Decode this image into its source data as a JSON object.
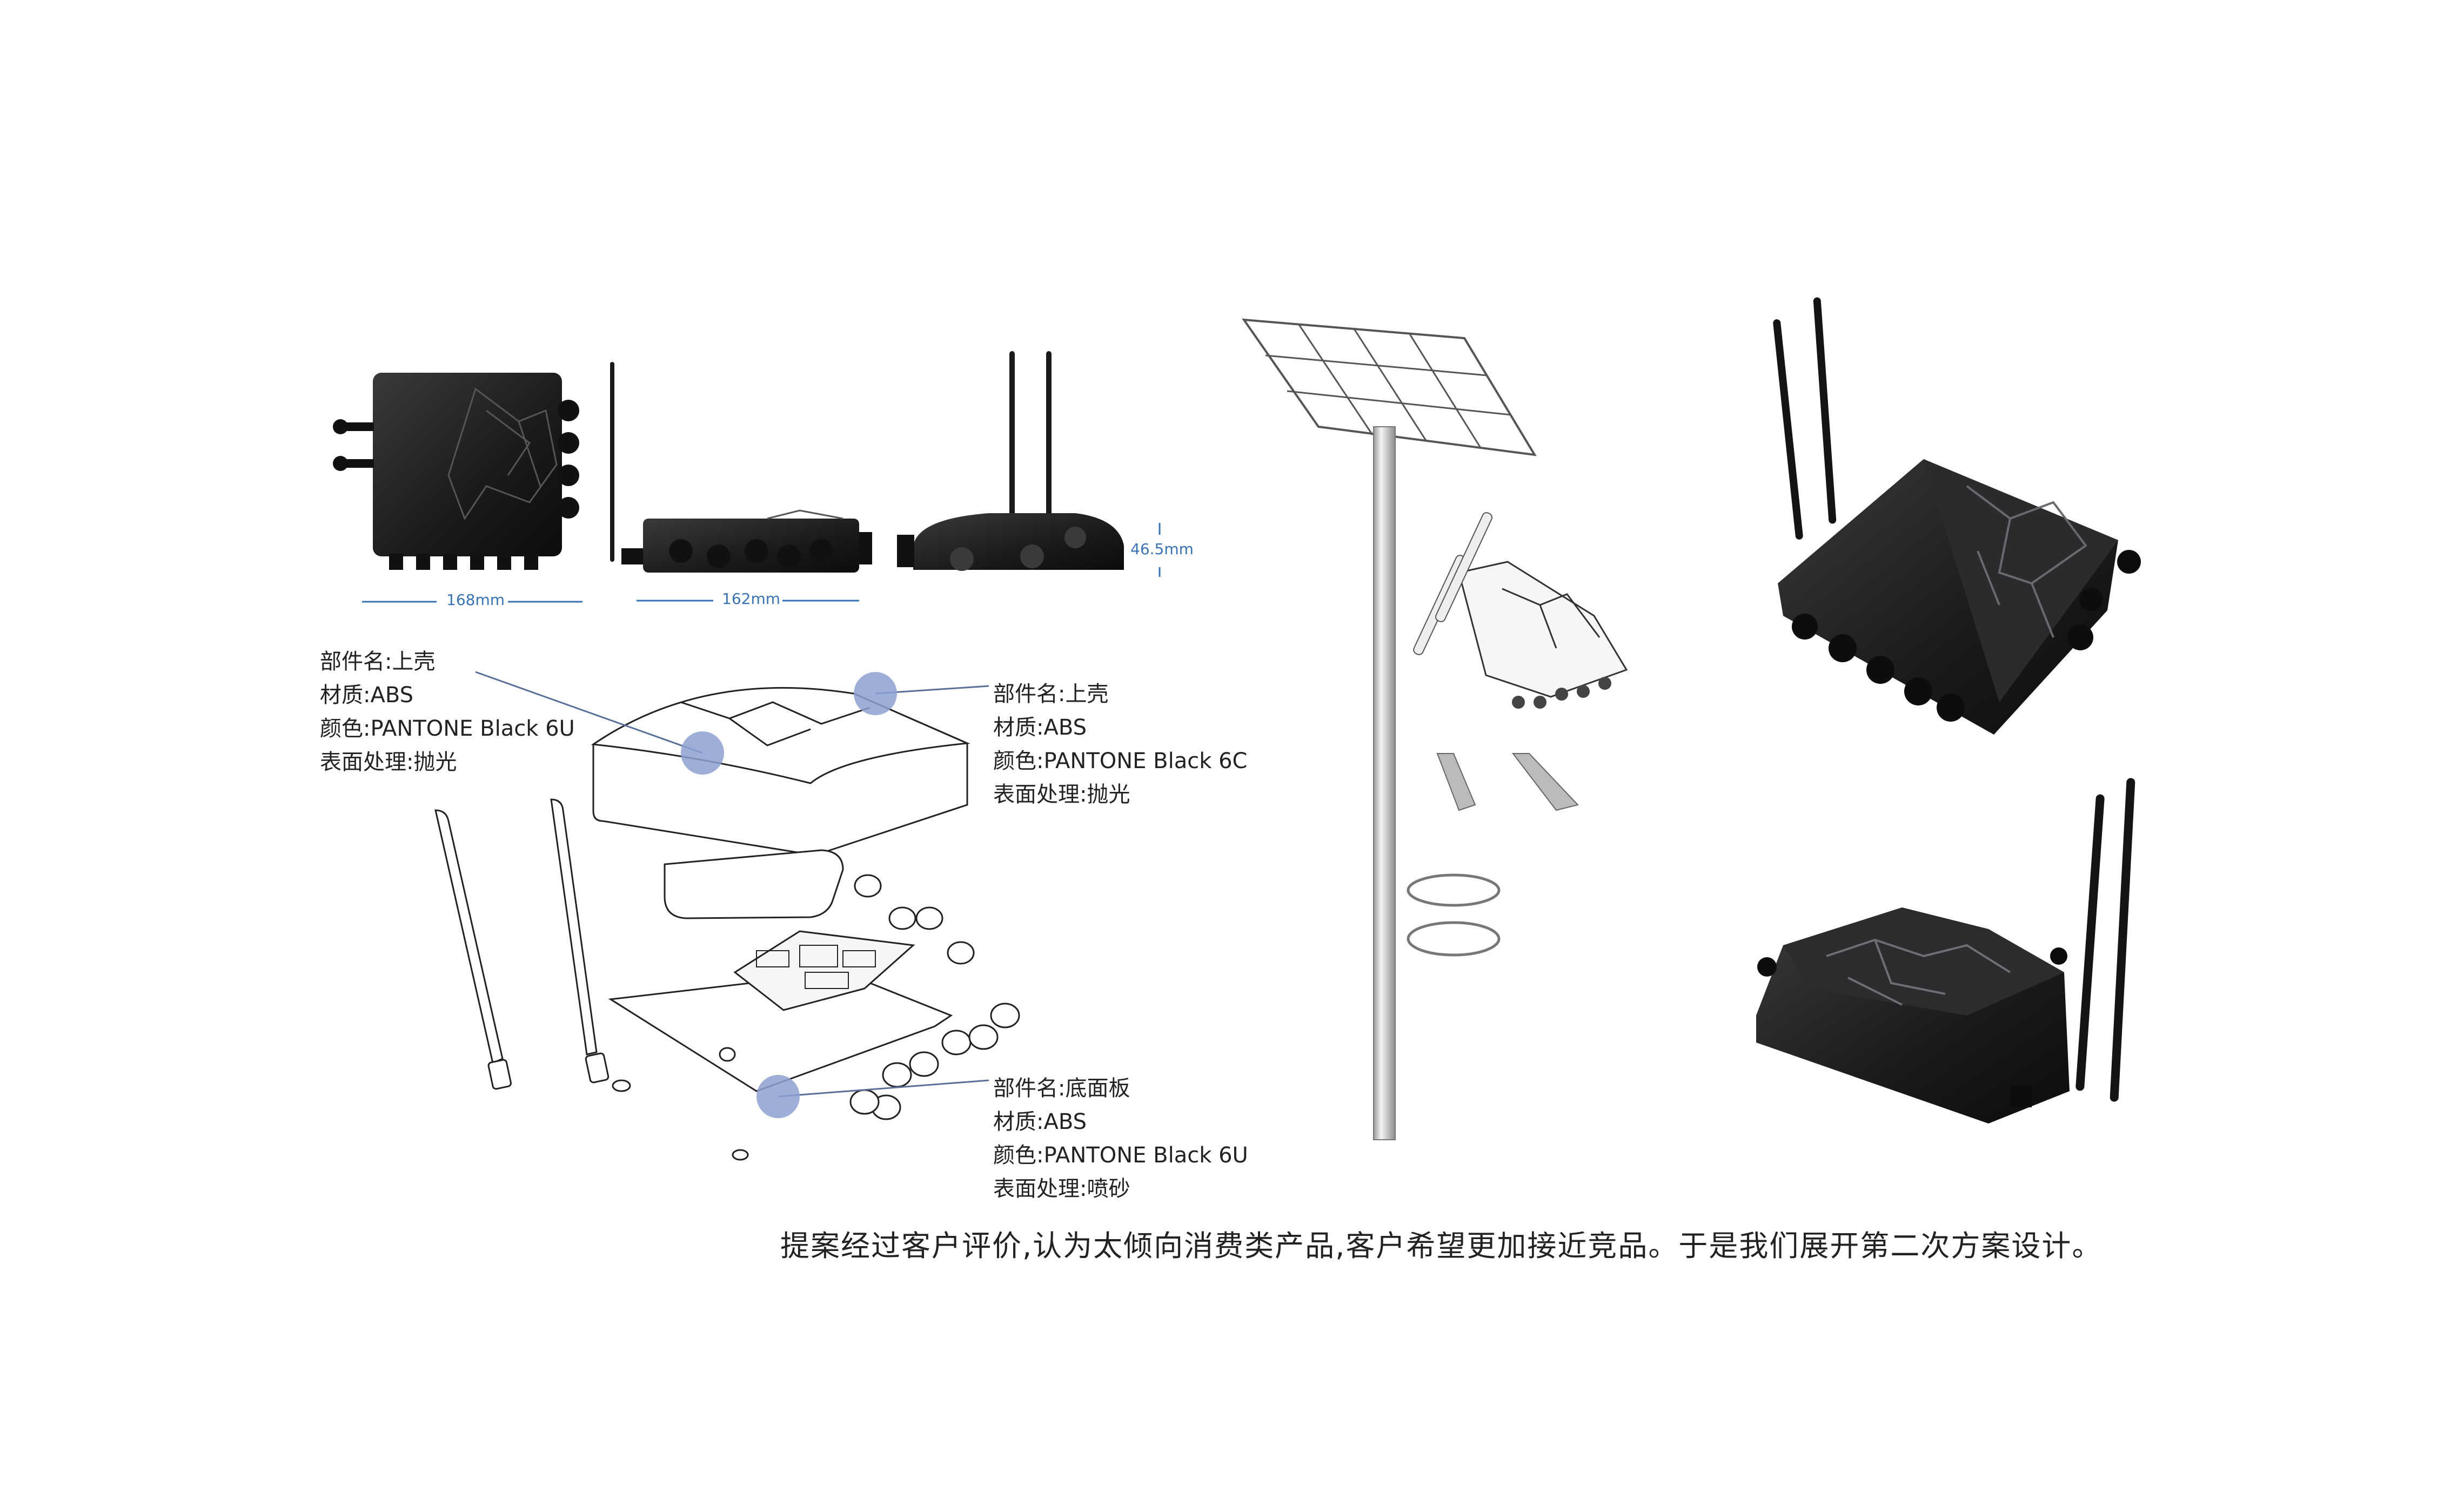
{
  "dimensions": {
    "width_label": "168mm",
    "depth_label": "162mm",
    "height_label": "46.5mm"
  },
  "callouts": {
    "top_left": {
      "part": "部件名:上壳",
      "material": "材质:ABS",
      "color": "颜色:PANTONE Black 6U",
      "finish": "表面处理:抛光"
    },
    "top_right": {
      "part": "部件名:上壳",
      "material": "材质:ABS",
      "color": "颜色:PANTONE Black 6C",
      "finish": "表面处理:抛光"
    },
    "bottom": {
      "part": "部件名:底面板",
      "material": "材质:ABS",
      "color": "颜色:PANTONE Black 6U",
      "finish": "表面处理:喷砂"
    }
  },
  "caption": "提案经过客户评价,认为太倾向消费类产品,客户希望更加接近竞品。于是我们展开第二次方案设计。",
  "colors": {
    "marker": "#8da0d2",
    "dimension": "#3a73b4",
    "product": "#1c1c1e"
  }
}
